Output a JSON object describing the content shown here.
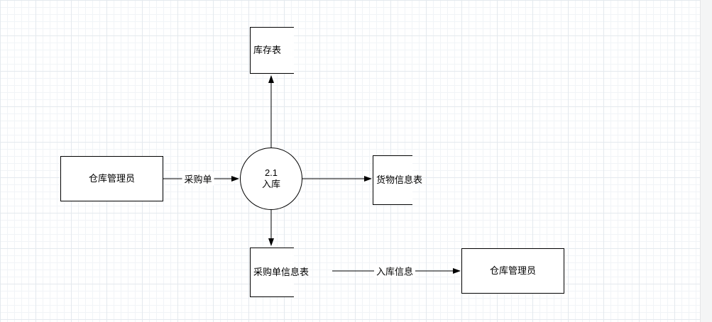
{
  "canvas": {
    "background": "#ffffff",
    "grid_minor_color": "#f1f4f7",
    "grid_major_color": "#e4e9ee",
    "shape_stroke_color": "#000000",
    "shape_fill_color": "#ffffff"
  },
  "nodes": {
    "external_left": {
      "label": "仓库管理员"
    },
    "process": {
      "label": "2.1\n入库"
    },
    "store_top": {
      "label": "库存表"
    },
    "store_right": {
      "label": "货物信息表"
    },
    "store_bottom": {
      "label": "采购单信息表"
    },
    "external_right": {
      "label": "仓库管理员"
    }
  },
  "edges": {
    "purchase_order": {
      "label": "采购单"
    },
    "inbound_info": {
      "label": "入库信息"
    }
  }
}
